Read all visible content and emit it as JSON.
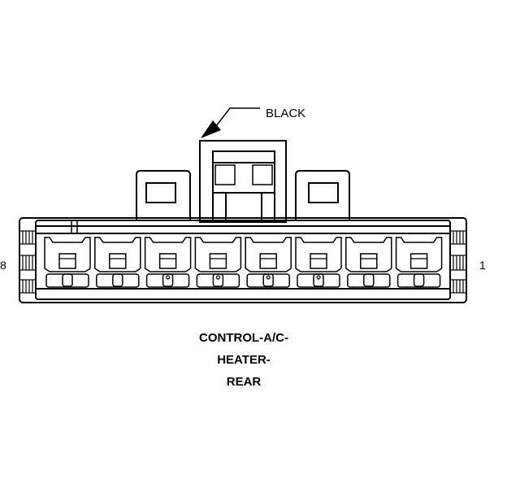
{
  "connector": {
    "wire_color_label": "BLACK",
    "pin_left_number": "8",
    "pin_right_number": "1",
    "name_lines": [
      "CONTROL-A/C-",
      "HEATER-",
      "REAR"
    ],
    "cavity_count": 8
  }
}
